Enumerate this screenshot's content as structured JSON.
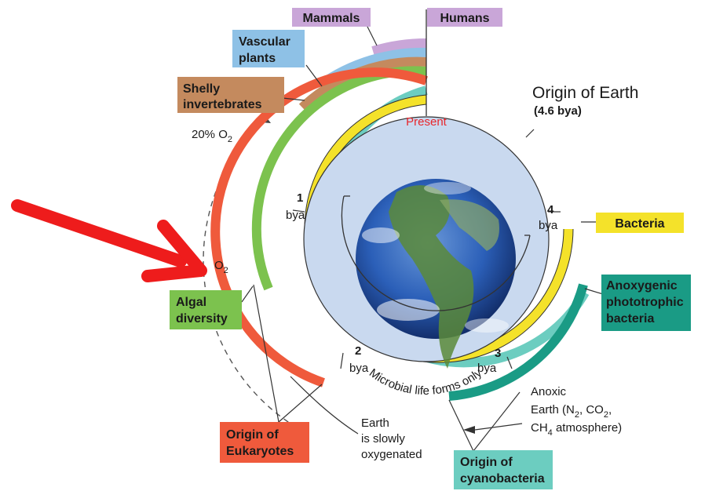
{
  "title": "Origin of Earth",
  "title_sub": "(4.6 bya)",
  "present_label": "Present",
  "center_caption": "Microbial life forms only",
  "time_markers": {
    "m1": {
      "num": "1",
      "unit": "bya"
    },
    "m2": {
      "num": "2",
      "unit": "bya"
    },
    "m3": {
      "num": "3",
      "unit": "bya"
    },
    "m4": {
      "num": "4",
      "unit": "bya"
    }
  },
  "events": {
    "mammals": {
      "line1": "Mammals",
      "color": "#c9a6d8"
    },
    "humans": {
      "line1": "Humans",
      "color": "#c9a6d8"
    },
    "vascular": {
      "line1": "Vascular",
      "line2": "plants",
      "color": "#8ec1e6"
    },
    "shelly": {
      "line1": "Shelly",
      "line2": "invertebrates",
      "color": "#c48a5e"
    },
    "bacteria": {
      "line1": "Bacteria",
      "color": "#f4e22a"
    },
    "anoxygenic": {
      "line1": "Anoxygenic",
      "line2": "phototrophic",
      "line3": "bacteria",
      "color": "#1a9b85"
    },
    "algal": {
      "line1": "Algal",
      "line2": "diversity",
      "color": "#7cc24e"
    },
    "eukaryotes": {
      "line1": "Origin of",
      "line2": "Eukaryotes",
      "color": "#ef5a3c"
    },
    "cyanobacteria": {
      "line1": "Origin of",
      "line2": "cyanobacteria",
      "color": "#6ccdc0"
    }
  },
  "oxygen": {
    "o2_20_main": "20% O",
    "o2_20_sub": "2",
    "o2_main": "O",
    "o2_sub": "2",
    "slow_line1": "Earth",
    "slow_line2": "is slowly",
    "slow_line3": "oxygenated",
    "anoxic_line1": "Anoxic",
    "anoxic_line2_a": "Earth (N",
    "anoxic_line2_b": "2",
    "anoxic_line2_c": ", CO",
    "anoxic_line2_d": "2",
    "anoxic_line2_e": ",",
    "anoxic_line3_a": "CH",
    "anoxic_line3_b": "4",
    "anoxic_line3_c": " atmosphere)"
  },
  "colors": {
    "disc": "#c9d9ef",
    "arrow": "#ee1c1c",
    "ocean": "#2b5fb8",
    "land": "#5a8a3a"
  }
}
